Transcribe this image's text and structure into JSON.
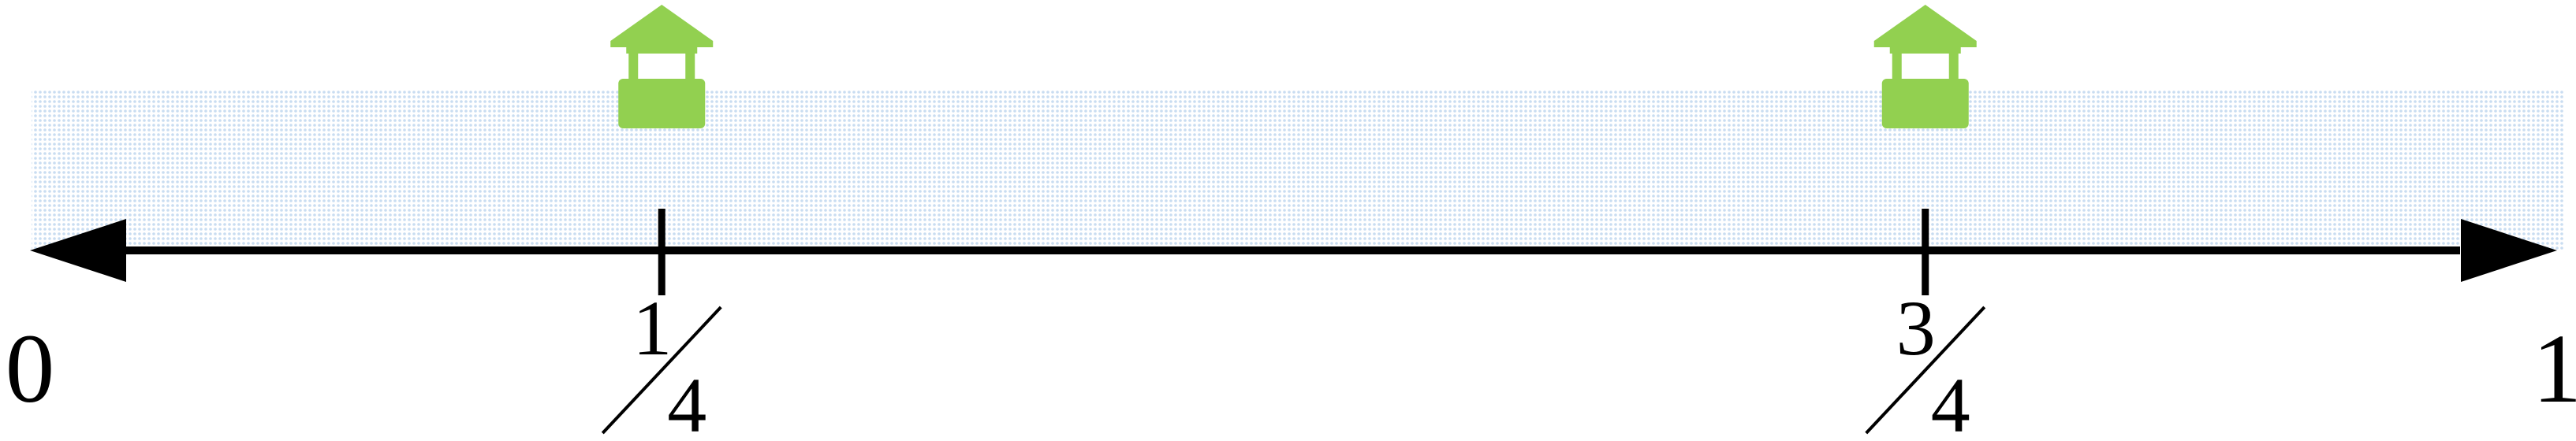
{
  "number_line": {
    "start_label": "0",
    "end_label": "1",
    "fractions": [
      {
        "numerator": "1",
        "denominator": "4",
        "value": 0.25,
        "has_well": true
      },
      {
        "numerator": "3",
        "denominator": "4",
        "value": 0.75,
        "has_well": true
      }
    ],
    "icon": "water-well-icon",
    "colors": {
      "line": "#000000",
      "icon": "#92d050",
      "shaded_band": "#dbe9f6"
    }
  }
}
